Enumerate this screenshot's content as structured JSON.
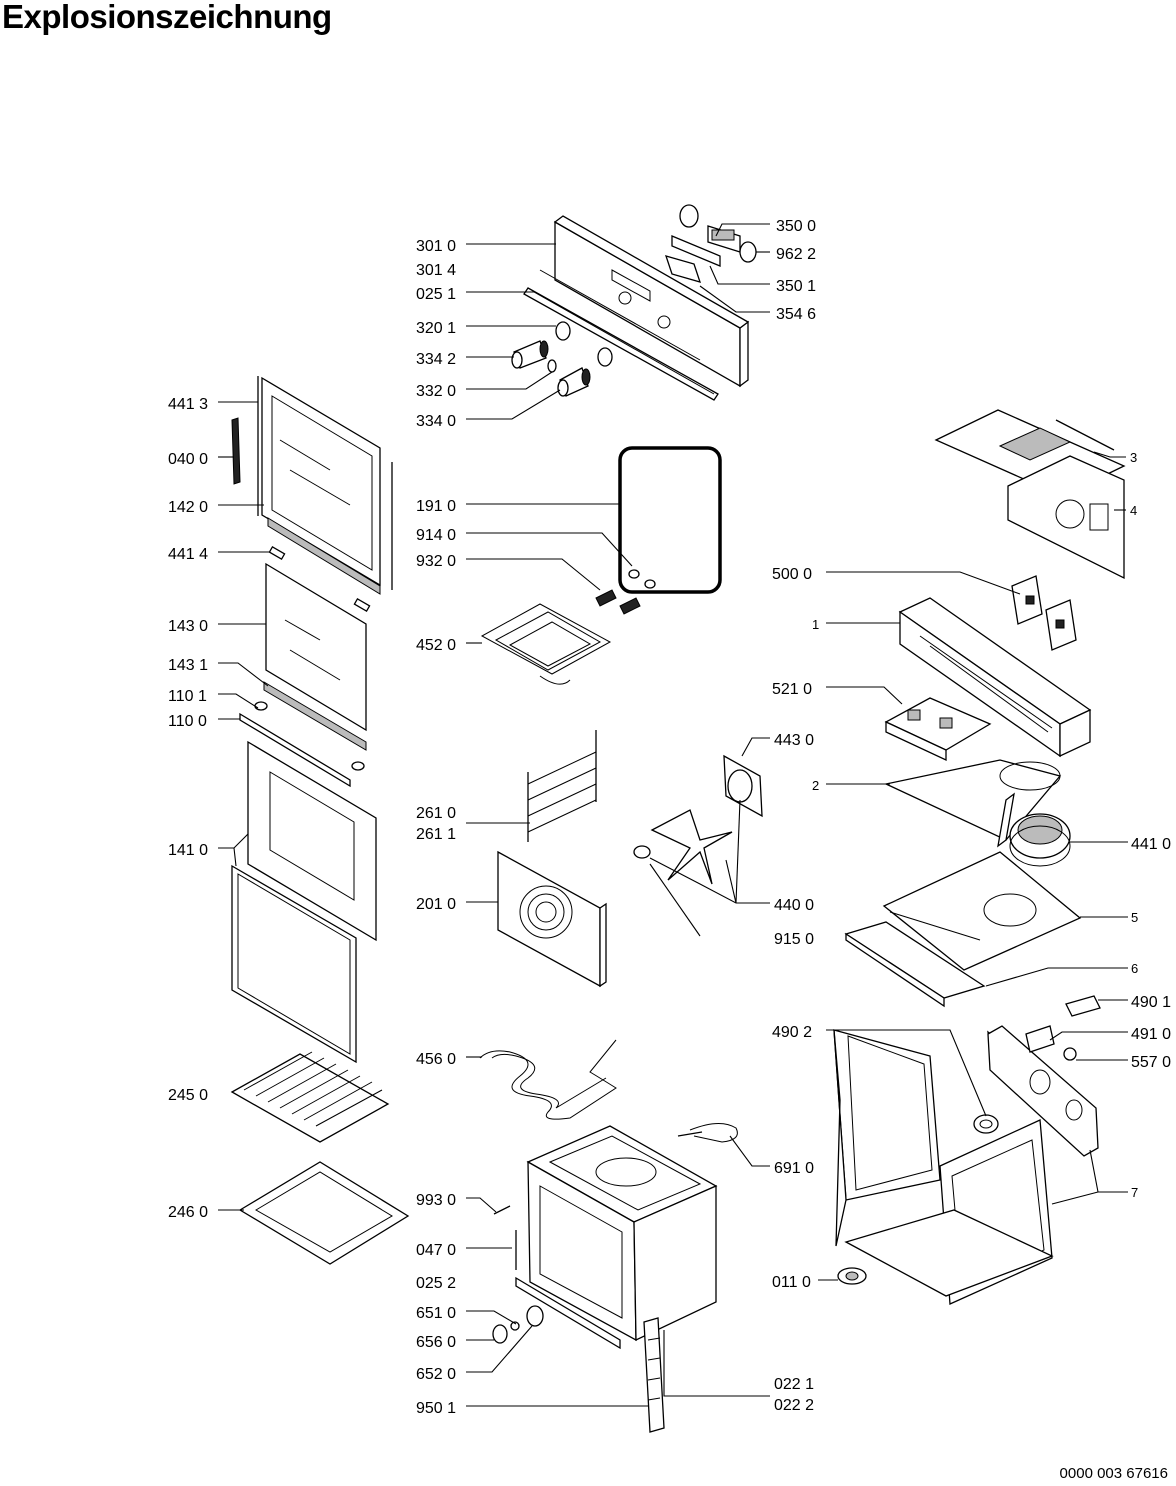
{
  "title": "Explosionszeichnung",
  "document_number": "0000 003 67616",
  "part_labels": {
    "p3500": "350 0",
    "p9622": "962 2",
    "p3501": "350 1",
    "p3546": "354 6",
    "p3010": "301 0",
    "p3014": "301 4",
    "p0251": "025 1",
    "p3201": "320 1",
    "p3342": "334 2",
    "p3320": "332 0",
    "p3340": "334 0",
    "p4413": "441 3",
    "p0400": "040 0",
    "p1420": "142 0",
    "p4414": "441 4",
    "p1430": "143 0",
    "p1431": "143 1",
    "p1101": "110 1",
    "p1100": "110 0",
    "p1410": "141 0",
    "p2450": "245 0",
    "p2460": "246 0",
    "p1910": "191 0",
    "p9140": "914 0",
    "p9320": "932 0",
    "p4520": "452 0",
    "p2610": "261 0",
    "p2611": "261 1",
    "p2010": "201 0",
    "p4560": "456 0",
    "p9930": "993 0",
    "p0470": "047 0",
    "p0252": "025 2",
    "p6510": "651 0",
    "p6560": "656 0",
    "p6520": "652 0",
    "p9501": "950 1",
    "p4430": "443 0",
    "p4400": "440 0",
    "p6910": "691 0",
    "p0221": "022 1",
    "p0222": "022 2",
    "p5000": "500 0",
    "p5210": "521 0",
    "p4410": "441 0",
    "p9150": "915 0",
    "p4902": "490 2",
    "p0110": "011 0",
    "p4901": "490 1",
    "p4910": "491 0",
    "p5570": "557 0",
    "c1": "1",
    "c2": "2",
    "c3": "3",
    "c4": "4",
    "c5": "5",
    "c6": "6",
    "c7": "7"
  }
}
